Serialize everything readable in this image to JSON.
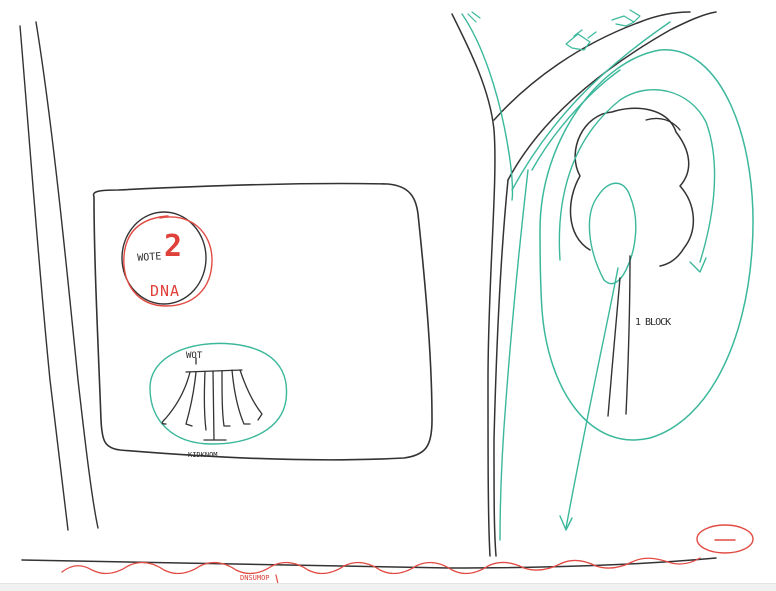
{
  "colors": {
    "black_ink": "#333333",
    "red_ink": "#e24b43",
    "teal_ink": "#3bb89b",
    "background": "#ffffff"
  },
  "sketch": {
    "labels": {
      "left_circle_word": "WOTE",
      "left_circle_big": "2",
      "left_circle_under": "DNA",
      "tree_label_top": "WOT",
      "tree_label_bottom": "KIDKNOM",
      "right_tree_label": "1 BLOCK",
      "bottom_label": "DNSUMOP"
    }
  }
}
